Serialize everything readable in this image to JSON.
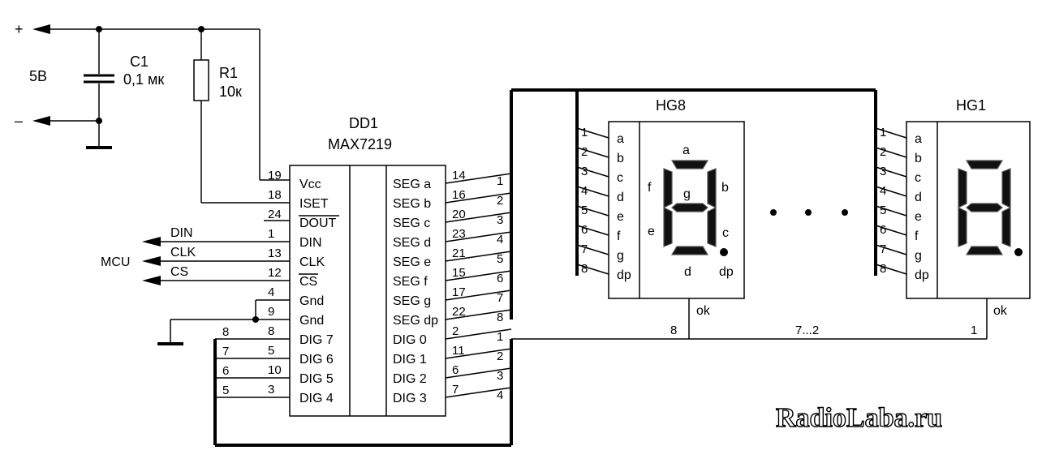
{
  "power": {
    "plus": "+",
    "minus": "–",
    "voltage": "5В"
  },
  "c1": {
    "ref": "C1",
    "value": "0,1 мк"
  },
  "r1": {
    "ref": "R1",
    "value": "10к"
  },
  "chip": {
    "ref": "DD1",
    "part": "MAX7219",
    "left_pins": [
      {
        "num": "19",
        "name": "Vcc"
      },
      {
        "num": "18",
        "name": "ISET"
      },
      {
        "num": "24",
        "name": "DOUT"
      },
      {
        "num": "1",
        "name": "DIN"
      },
      {
        "num": "13",
        "name": "CLK"
      },
      {
        "num": "12",
        "name": "CS"
      },
      {
        "num": "4",
        "name": "Gnd"
      },
      {
        "num": "9",
        "name": "Gnd"
      },
      {
        "num": "8",
        "name": "DIG 7"
      },
      {
        "num": "5",
        "name": "DIG 6"
      },
      {
        "num": "10",
        "name": "DIG 5"
      },
      {
        "num": "3",
        "name": "DIG 4"
      }
    ],
    "right_pins": [
      {
        "num": "14",
        "name": "SEG a"
      },
      {
        "num": "16",
        "name": "SEG b"
      },
      {
        "num": "20",
        "name": "SEG c"
      },
      {
        "num": "23",
        "name": "SEG d"
      },
      {
        "num": "21",
        "name": "SEG e"
      },
      {
        "num": "15",
        "name": "SEG f"
      },
      {
        "num": "17",
        "name": "SEG g"
      },
      {
        "num": "22",
        "name": "SEG dp"
      },
      {
        "num": "2",
        "name": "DIG 0"
      },
      {
        "num": "11",
        "name": "DIG 1"
      },
      {
        "num": "6",
        "name": "DIG 2"
      },
      {
        "num": "7",
        "name": "DIG 3"
      }
    ]
  },
  "mcu": {
    "label": "MCU",
    "signals": [
      "DIN",
      "CLK",
      "CS"
    ]
  },
  "seg_bus_numbers": [
    "1",
    "2",
    "3",
    "4",
    "5",
    "6",
    "7",
    "8"
  ],
  "dig_right_numbers": [
    "1",
    "2",
    "3",
    "4"
  ],
  "dig_left_numbers": [
    "8",
    "7",
    "6",
    "5"
  ],
  "display_hg8": {
    "ref": "HG8",
    "pin_numbers": [
      "1",
      "2",
      "3",
      "4",
      "5",
      "6",
      "7",
      "8"
    ],
    "pin_names": [
      "a",
      "b",
      "c",
      "d",
      "e",
      "f",
      "g",
      "dp"
    ],
    "segment_labels": {
      "a": "a",
      "b": "b",
      "c": "c",
      "d": "d",
      "e": "e",
      "f": "f",
      "g": "g",
      "dp": "dp"
    },
    "common": "ok",
    "common_pin": "8"
  },
  "display_hg1": {
    "ref": "HG1",
    "pin_numbers": [
      "1",
      "2",
      "3",
      "4",
      "5",
      "6",
      "7",
      "8"
    ],
    "pin_names": [
      "a",
      "b",
      "c",
      "d",
      "e",
      "f",
      "g",
      "dp"
    ],
    "common": "ok",
    "common_pin": "1"
  },
  "dig_range": "7...2",
  "watermark": "RadioLaba.ru"
}
